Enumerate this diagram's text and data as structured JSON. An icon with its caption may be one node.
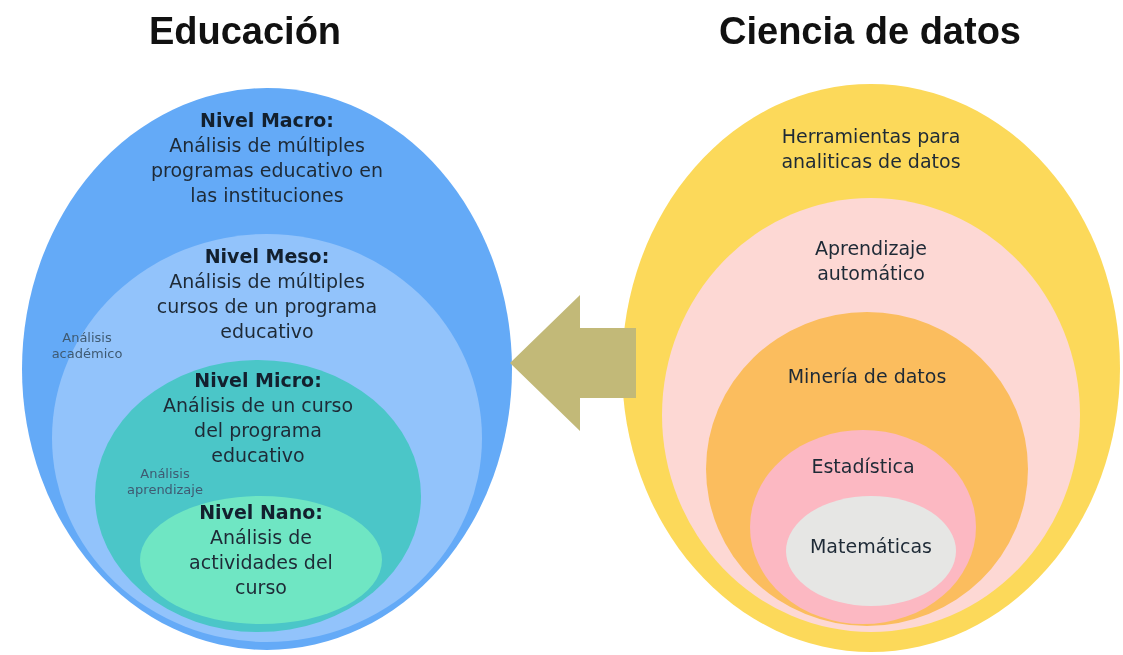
{
  "diagram": {
    "nodes": [
      {
        "text": [
          "Nivel Macro:",
          "Análisis de múltiples programas educativo en las instituciones"
        ]
      },
      {
        "text": [
          "Nivel Meso:",
          "Análisis de múltiples cursos de un programa educativo"
        ],
        "in": 0
      },
      {
        "text": [
          "Nivel Micro:",
          "Análisis de un curso del programa educativo"
        ],
        "in": 1
      },
      {
        "text": [
          "Nivel Nano:",
          "Análisis de actividades del curso"
        ],
        "in": 2
      },
      {
        "text": [
          "Herramientas para analiticas de datos"
        ]
      },
      {
        "text": [
          "Aprendizaje automático"
        ],
        "in": 4
      },
      {
        "text": [
          "Minería de datos"
        ],
        "in": 5
      },
      {
        "text": [
          "Estadística"
        ],
        "in": 6
      },
      {
        "text": [
          "Matemáticas"
        ],
        "in": 7
      }
    ],
    "edges": [
      {
        "from": 4,
        "to": 0,
        "arrow": "to"
      }
    ],
    "labels": [
      "Educación",
      "Ciencia de datos",
      "Análisis académico",
      "Análisis aprendizaje"
    ]
  }
}
